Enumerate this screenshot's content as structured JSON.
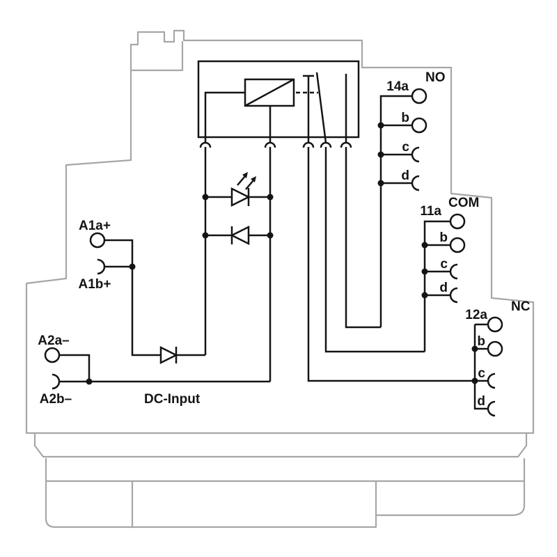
{
  "input": {
    "a1a": "A1a+",
    "a1b": "A1b+",
    "a2a": "A2a–",
    "a2b": "A2b–",
    "dc_label": "DC-Input"
  },
  "outputs": [
    {
      "terminal": "14a",
      "contact": "NO",
      "rows": [
        "b",
        "c",
        "d"
      ]
    },
    {
      "terminal": "11a",
      "contact": "COM",
      "rows": [
        "b",
        "c",
        "d"
      ]
    },
    {
      "terminal": "12a",
      "contact": "NC",
      "rows": [
        "b",
        "c",
        "d"
      ]
    }
  ],
  "colors": {
    "housing_outline": "#a6a6a6",
    "circuit": "#141414",
    "background": "#ffffff"
  }
}
